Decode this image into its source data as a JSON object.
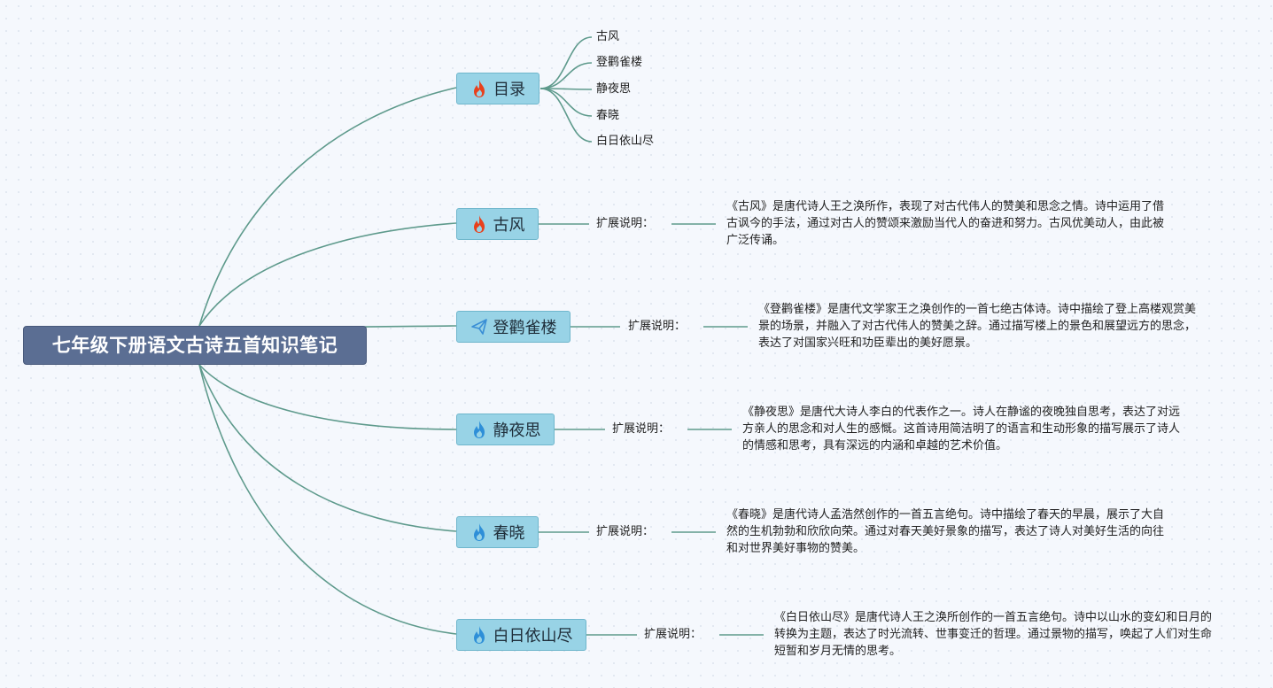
{
  "root": {
    "title": "七年级下册语文古诗五首知识笔记"
  },
  "topics": [
    {
      "label": "目录",
      "icon": "fire-red-icon"
    },
    {
      "label": "古风",
      "icon": "fire-red-icon"
    },
    {
      "label": "登鹳雀楼",
      "icon": "paper-plane-icon"
    },
    {
      "label": "静夜思",
      "icon": "fire-blue-icon"
    },
    {
      "label": "春晓",
      "icon": "fire-blue-icon"
    },
    {
      "label": "白日依山尽",
      "icon": "fire-blue-icon"
    }
  ],
  "toc_items": [
    "古风",
    "登鹳雀楼",
    "静夜思",
    "春晓",
    "白日依山尽"
  ],
  "expand_label": "扩展说明：",
  "descriptions": [
    "《古风》是唐代诗人王之涣所作，表现了对古代伟人的赞美和思念之情。诗中运用了借古讽今的手法，通过对古人的赞颂来激励当代人的奋进和努力。古风优美动人，由此被广泛传诵。",
    "《登鹳雀楼》是唐代文学家王之涣创作的一首七绝古体诗。诗中描绘了登上高楼观赏美景的场景，并融入了对古代伟人的赞美之辞。通过描写楼上的景色和展望远方的思念，表达了对国家兴旺和功臣辈出的美好愿景。",
    "《静夜思》是唐代大诗人李白的代表作之一。诗人在静谧的夜晚独自思考，表达了对远方亲人的思念和对人生的感慨。这首诗用简洁明了的语言和生动形象的描写展示了诗人的情感和思考，具有深远的内涵和卓越的艺术价值。",
    "《春晓》是唐代诗人孟浩然创作的一首五言绝句。诗中描绘了春天的早晨，展示了大自然的生机勃勃和欣欣向荣。通过对春天美好景象的描写，表达了诗人对美好生活的向往和对世界美好事物的赞美。",
    "《白日依山尽》是唐代诗人王之涣所创作的一首五言绝句。诗中以山水的变幻和日月的转换为主题，表达了时光流转、世事变迁的哲理。通过景物的描写，唤起了人们对生命短暂和岁月无情的思考。"
  ],
  "colors": {
    "connector": "#5e9a8c",
    "root_fill": "#5b6e93",
    "topic_fill": "#98d3e6",
    "fire_red": "#e8401c",
    "fire_blue": "#2e8fd8",
    "plane": "#3a8fd6"
  }
}
